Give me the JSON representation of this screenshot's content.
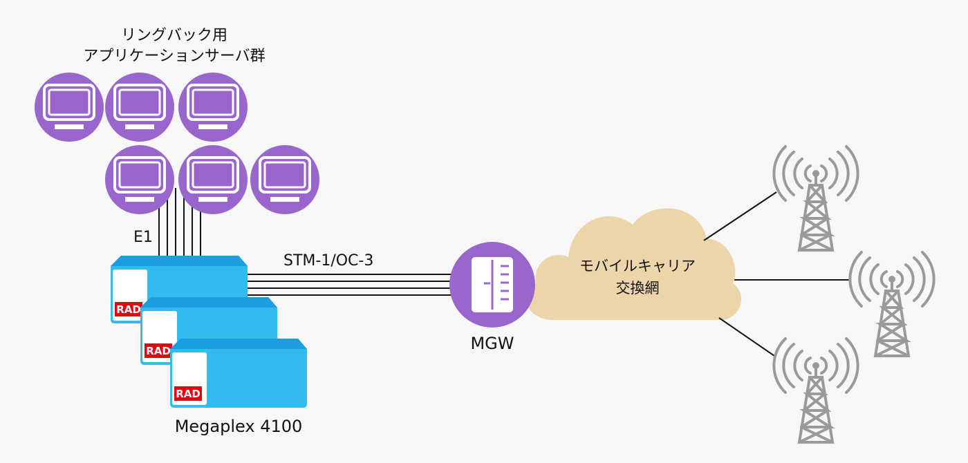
{
  "servers_group": {
    "label_line1": "リングバック用",
    "label_line2": "アプリケーションサーバ群",
    "server_count": 6
  },
  "links": {
    "e1_label": "E1",
    "stm_label": "STM-1/OC-3"
  },
  "megaplex": {
    "label": "Megaplex 4100",
    "units": [
      {
        "logo": "RAD"
      },
      {
        "logo": "RAD"
      },
      {
        "logo": "RAD"
      }
    ]
  },
  "mgw": {
    "label": "MGW"
  },
  "cloud": {
    "label_line1": "モバイルキャリア",
    "label_line2": "交換網"
  },
  "towers_count": 3,
  "colors": {
    "background": "#f7f7f7",
    "purple": "#9966cc",
    "device_blue": "#33bbee",
    "device_blue_dark": "#1a9ee0",
    "rad_red": "#e60012",
    "cloud": "#edd5aa",
    "tower_gray": "#999999"
  }
}
